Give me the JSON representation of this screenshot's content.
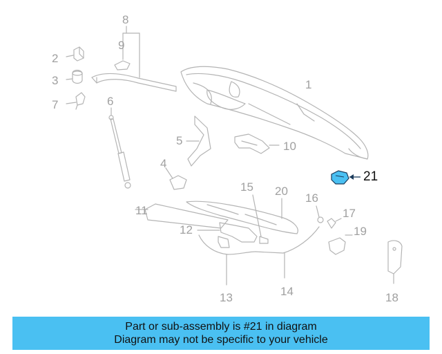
{
  "callouts": [
    "1",
    "2",
    "3",
    "4",
    "5",
    "6",
    "7",
    "8",
    "9",
    "10",
    "11",
    "12",
    "13",
    "14",
    "15",
    "16",
    "17",
    "18",
    "19",
    "20",
    "21"
  ],
  "highlighted_part": "21",
  "colors": {
    "line": "#b4b4b4",
    "highlight_fill": "#4ac0f2",
    "highlight_stroke": "#1a3a5a",
    "banner_bg": "#4ac0f2",
    "text": "#111111"
  },
  "banner": {
    "line1": "Part or sub-assembly is #21 in diagram",
    "line2": "Diagram may not be specific to your vehicle"
  }
}
